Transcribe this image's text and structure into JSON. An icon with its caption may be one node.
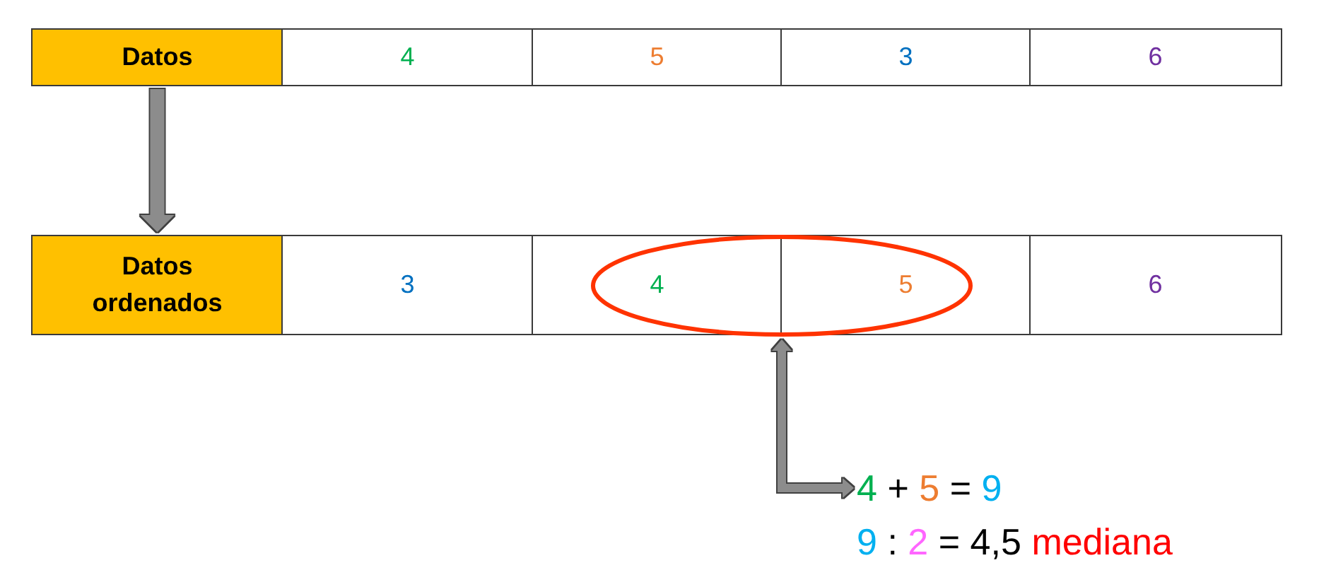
{
  "diagram": {
    "nodes": [
      {
        "text": [
          "Datos"
        ]
      },
      {
        "text": [
          "4"
        ]
      },
      {
        "text": [
          "5"
        ]
      },
      {
        "text": [
          "3"
        ]
      },
      {
        "text": [
          "6"
        ]
      },
      {
        "text": [
          "Datos ordenados"
        ]
      },
      {
        "text": [
          "3"
        ]
      },
      {
        "text": [
          "4"
        ]
      },
      {
        "text": [
          "5"
        ]
      },
      {
        "text": [
          "6"
        ]
      },
      {
        "text": [],
        "shape": "ellipse"
      },
      {
        "text": [
          "4 + 5 = 9",
          "9 : 2 = 4,5 mediana"
        ]
      }
    ],
    "edges": [
      {
        "from": 0,
        "to": 5,
        "arrow": "to"
      },
      {
        "from": 10,
        "to": 11,
        "arrow": "both"
      }
    ]
  }
}
